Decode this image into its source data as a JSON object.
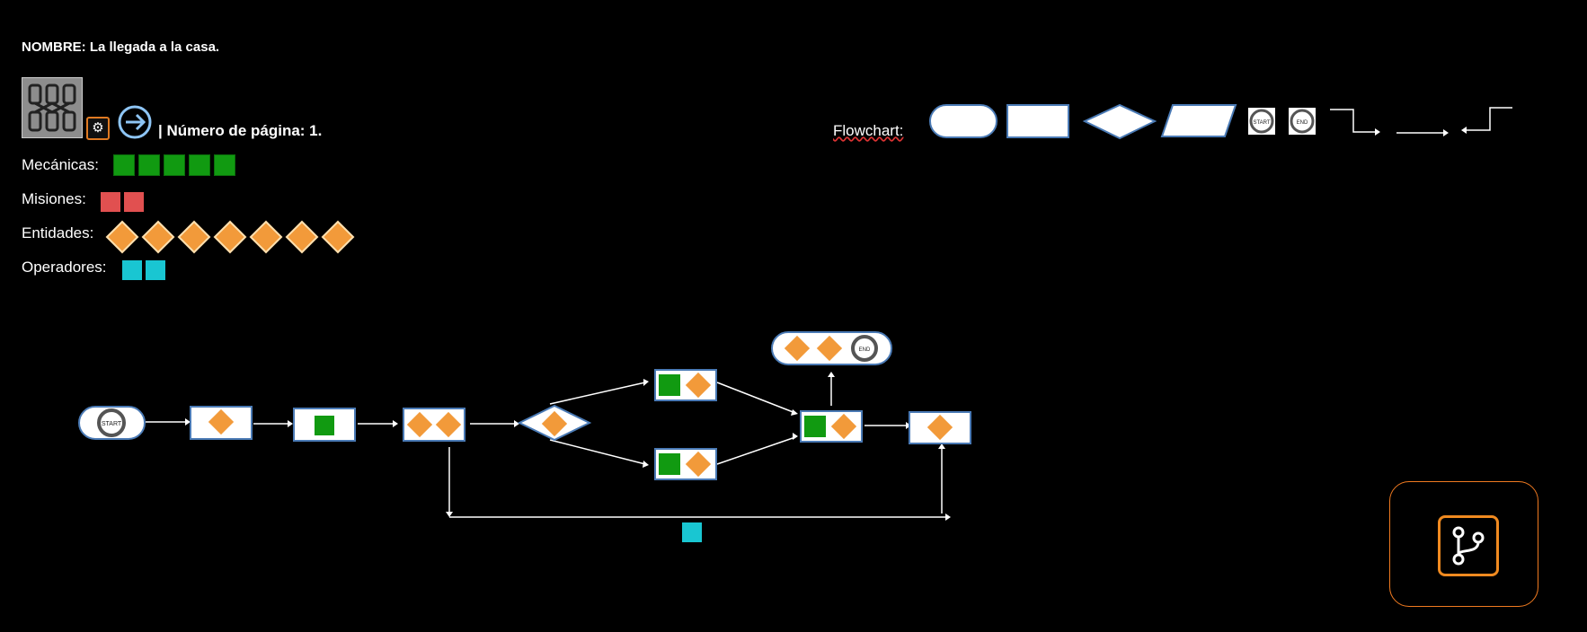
{
  "header": {
    "title": "NOMBRE: La llegada a la casa.",
    "page_number": "| Número de página: 1."
  },
  "legend": {
    "mechanics_label": "Mecánicas:",
    "missions_label": "Misiones:",
    "entities_label": "Entidades:",
    "operators_label": "Operadores:",
    "mechanics_count": 5,
    "missions_count": 2,
    "entities_count": 7,
    "operators_count": 2
  },
  "flowchart_legend": {
    "label": "Flowchart:",
    "start_text": "START",
    "end_text": "END"
  },
  "diagram": {
    "start_node_text": "START",
    "end_node_text": "END"
  },
  "colors": {
    "mechanic": "#119a11",
    "mission": "#e15050",
    "entity": "#f29a3a",
    "operator": "#19c6d2",
    "accent": "#f08a20",
    "shape_border": "#4a7ab5"
  }
}
